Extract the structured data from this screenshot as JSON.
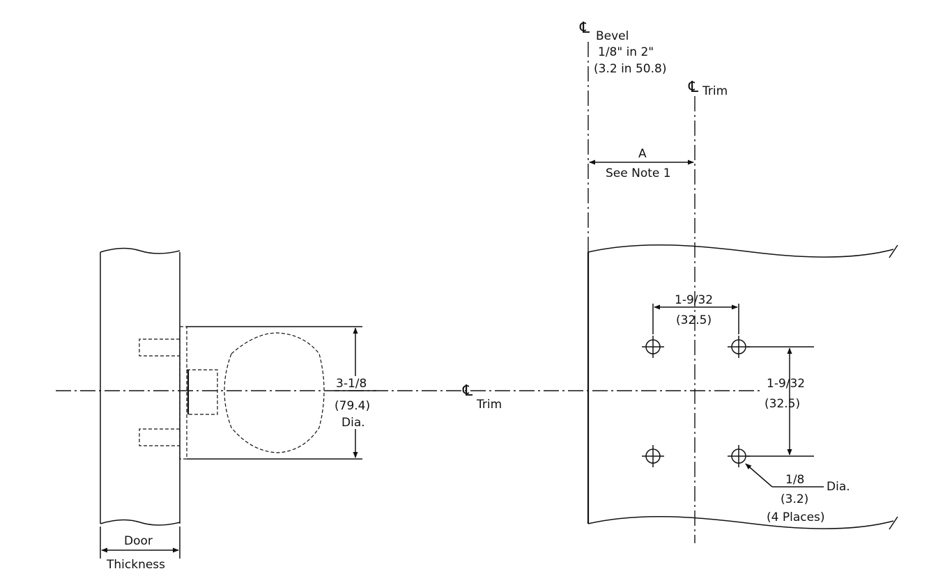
{
  "labels": {
    "cl_symbol": "℄",
    "bevel": "Bevel",
    "bevel_ratio": "1/8\" in 2\"",
    "bevel_ratio_metric": "(3.2 in 50.8)",
    "trim_top": "Trim",
    "trim_center": "Trim",
    "dim_a": "A",
    "see_note": "See Note 1",
    "hole_spacing_h": "1-9/32",
    "hole_spacing_h_metric": "(32.5)",
    "hole_spacing_v": "1-9/32",
    "hole_spacing_v_metric": "(32.5)",
    "dia_in": "3-1/8",
    "dia_mm": "(79.4)",
    "dia_word": "Dia.",
    "hole_dia_in": "1/8",
    "hole_dia_word": "Dia.",
    "hole_dia_mm": "(3.2)",
    "hole_places": "(4 Places)",
    "door": "Door",
    "thickness": "Thickness"
  }
}
